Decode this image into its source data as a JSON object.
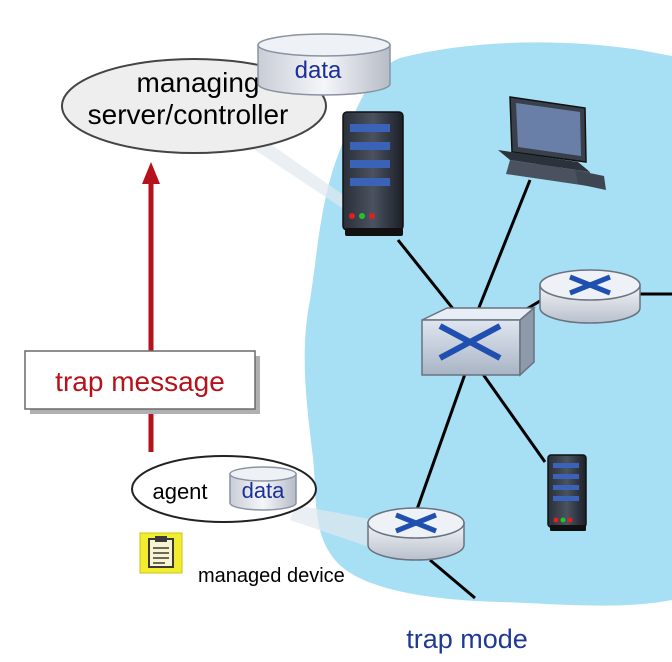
{
  "manager": {
    "label_line1": "managing",
    "label_line2": "server/controller",
    "data_label": "data"
  },
  "trap_label": "trap message",
  "agent": {
    "label": "agent",
    "data_label": "data"
  },
  "managed_device_label": "managed device",
  "caption": "trap mode",
  "colors": {
    "cloud": "#a7dff4",
    "trap_arrow": "#b5121b",
    "caption": "#1f3a93",
    "data_text": "#1a2f9a"
  }
}
